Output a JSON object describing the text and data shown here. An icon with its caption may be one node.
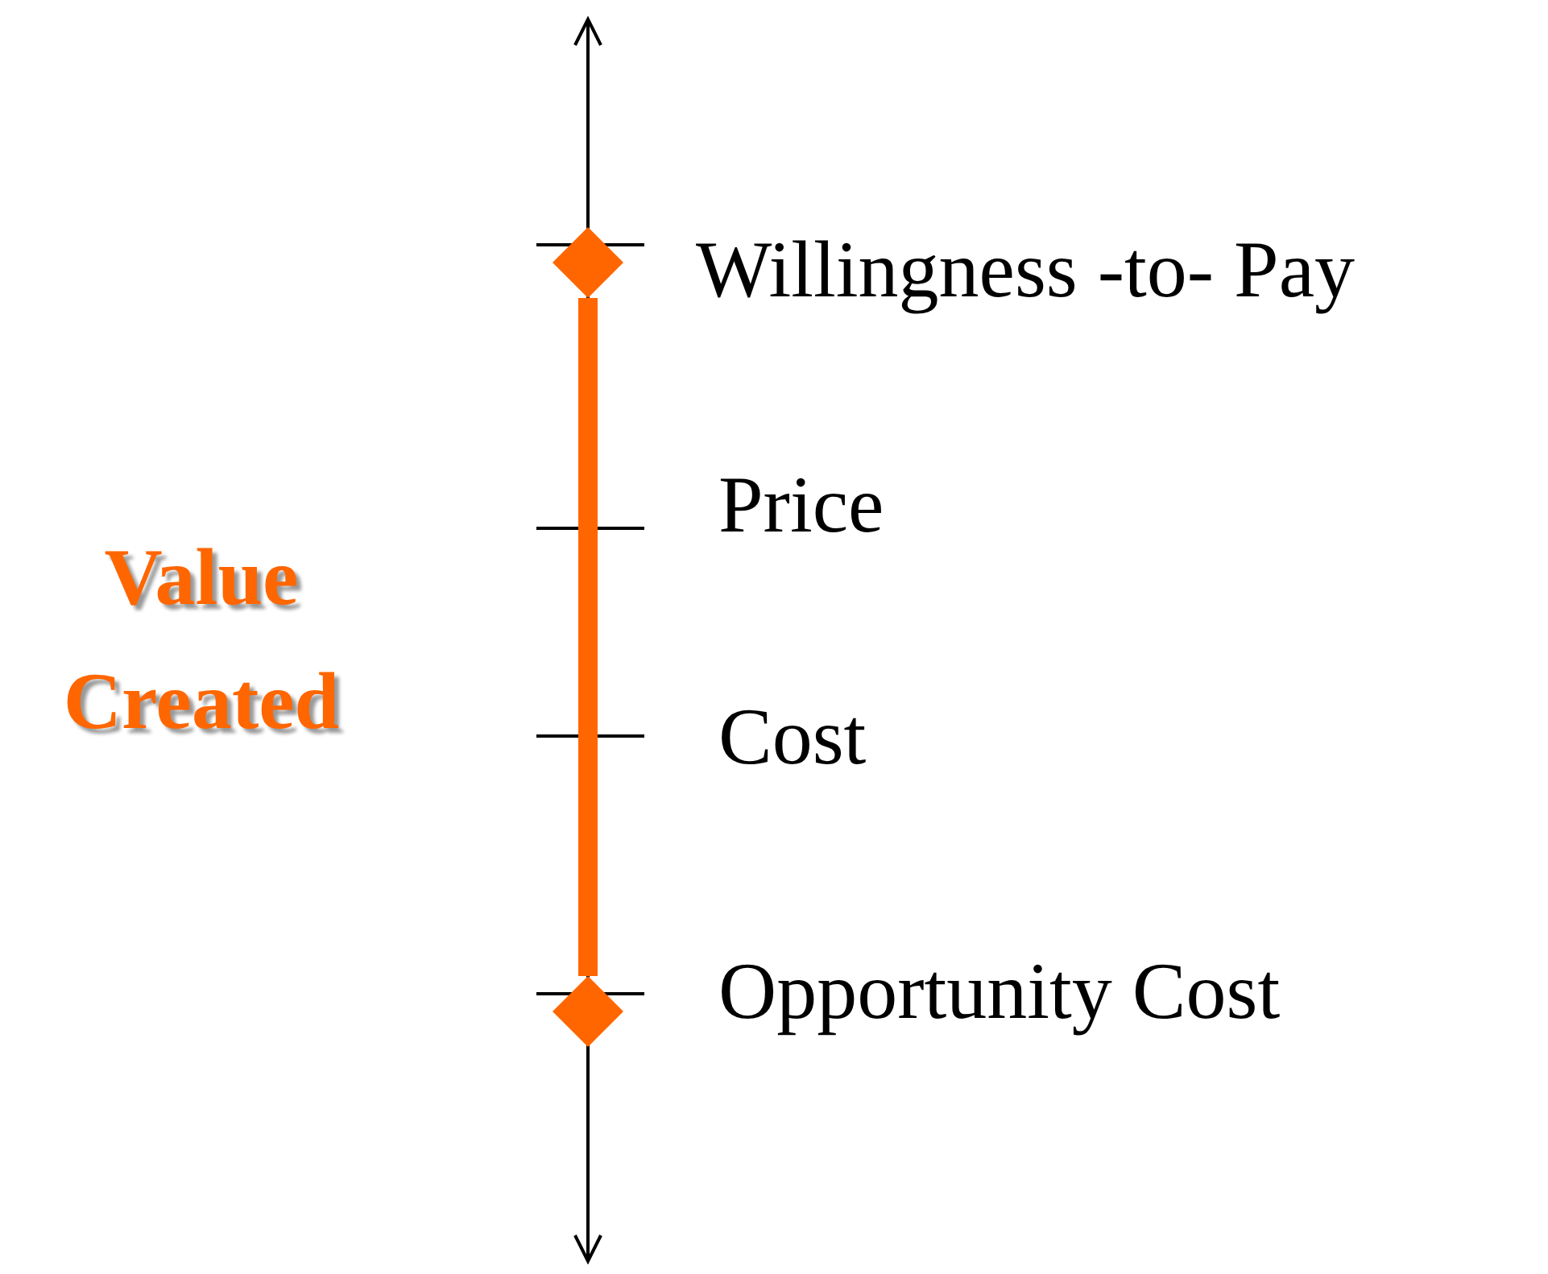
{
  "diagram": {
    "nodes": [
      {
        "text": [],
        "shape": "diamond"
      },
      {
        "text": [],
        "shape": "diamond"
      }
    ],
    "edges": [
      {
        "from": 0,
        "to": 1,
        "arrow": "none"
      }
    ],
    "labels": [
      "Value Created",
      "Willingness -to- Pay",
      "Price",
      "Cost",
      "Opportunity Cost"
    ]
  }
}
